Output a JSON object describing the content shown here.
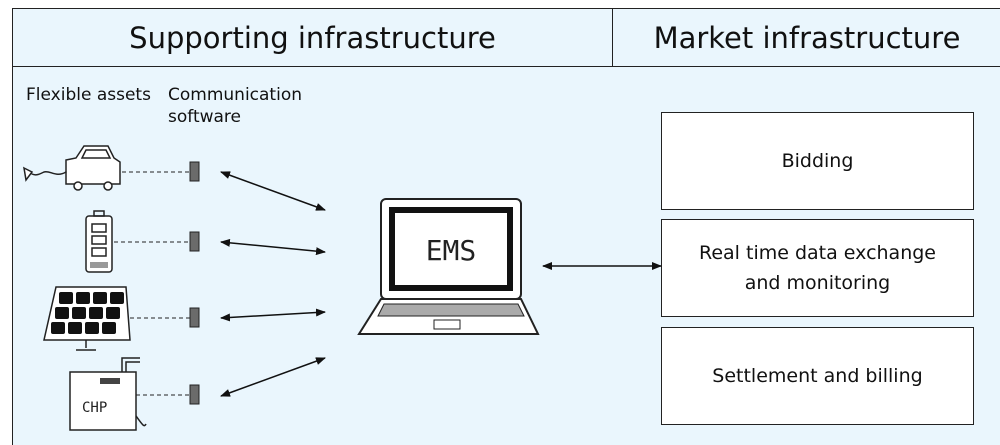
{
  "headers": {
    "supporting": "Supporting infrastructure",
    "market": "Market infrastructure"
  },
  "labels": {
    "flexible_assets": "Flexible assets",
    "communication_software": "Communication\nsoftware"
  },
  "ems_label": "EMS",
  "chp_label": "CHP",
  "market_boxes": [
    {
      "label": "Bidding"
    },
    {
      "label": "Real time data exchange\nand monitoring"
    },
    {
      "label": "Settlement and billing"
    }
  ],
  "assets": [
    {
      "name": "electric-car-icon"
    },
    {
      "name": "battery-storage-icon"
    },
    {
      "name": "solar-panel-icon"
    },
    {
      "name": "chp-unit-icon"
    }
  ],
  "colors": {
    "background": "#eaf6fd",
    "box_fill": "#ffffff",
    "connector_fill": "#6b6b6b"
  }
}
